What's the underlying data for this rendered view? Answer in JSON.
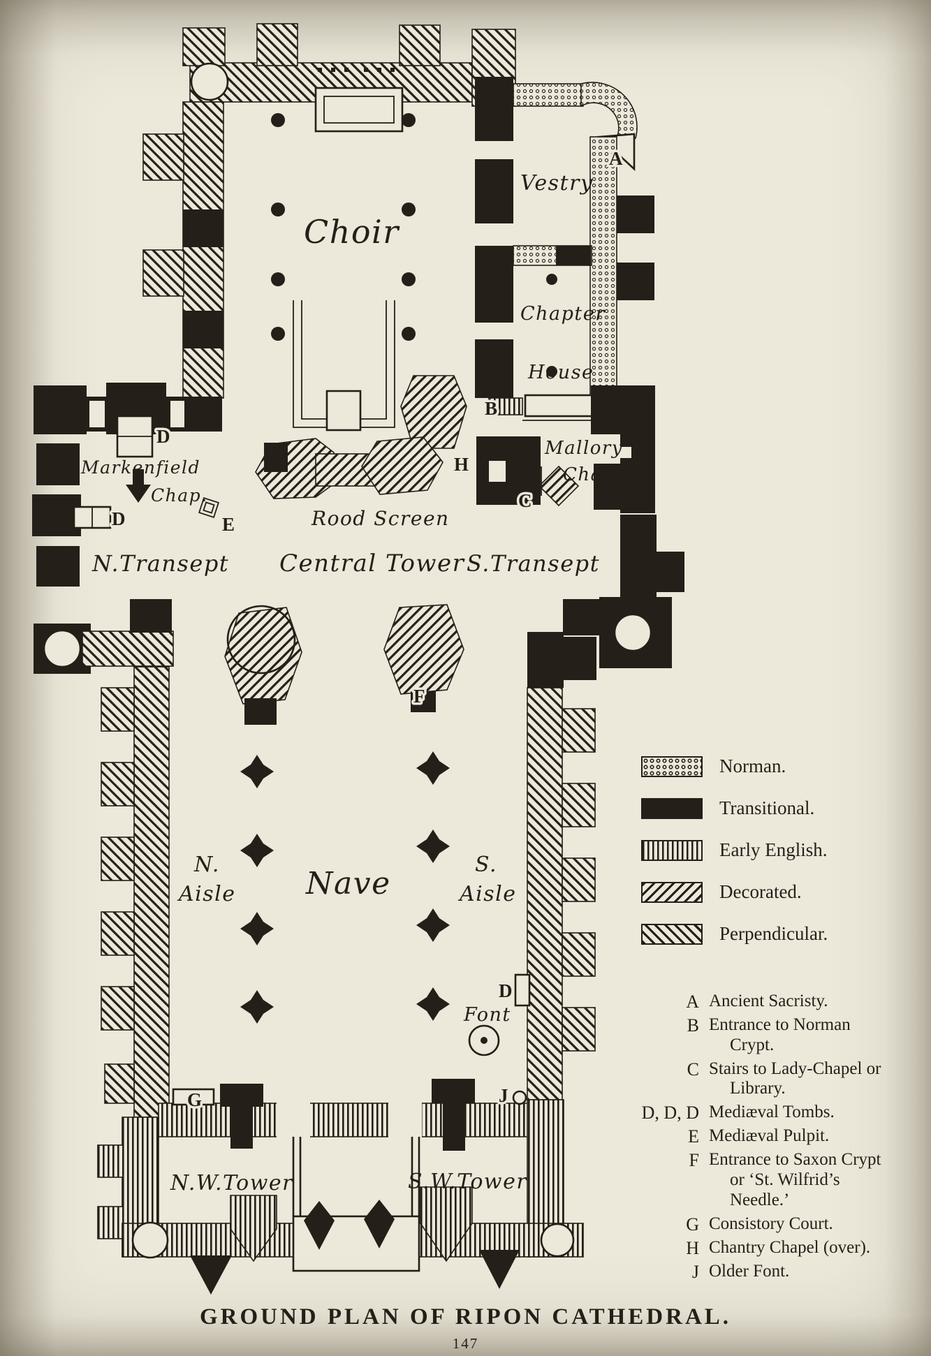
{
  "page": {
    "title": "GROUND PLAN OF RIPON CATHEDRAL.",
    "page_number": "147"
  },
  "plan": {
    "labels": {
      "choir": "Choir",
      "vestry": "Vestry",
      "chapter": "Chapter",
      "house": "House",
      "markenfield": "Markenfield",
      "markenfield_chap": "Chap.",
      "mallory": "Mallory",
      "mallory_chap": "Chap.",
      "rood_screen": "Rood Screen",
      "n_transept": "N.Transept",
      "central_tower": "Central Tower",
      "s_transept": "S.Transept",
      "n_aisle_line1": "N.",
      "n_aisle_line2": "Aisle",
      "nave": "Nave",
      "s_aisle_line1": "S.",
      "s_aisle_line2": "Aisle",
      "font": "Font",
      "nw_tower": "N.W.Tower",
      "sw_tower": "S.W.Tower"
    },
    "markers": {
      "a": "A",
      "b": "B",
      "c": "C",
      "d": "D",
      "e": "E",
      "f": "F",
      "g": "G",
      "h": "H",
      "j": "J"
    }
  },
  "legend": {
    "items": [
      {
        "pattern": "norman",
        "label": "Norman."
      },
      {
        "pattern": "transitional",
        "label": "Transitional."
      },
      {
        "pattern": "early-english",
        "label": "Early English."
      },
      {
        "pattern": "decorated",
        "label": "Decorated."
      },
      {
        "pattern": "perpendicular",
        "label": "Perpendicular."
      }
    ]
  },
  "key": {
    "items": [
      {
        "letter": "A",
        "text": "Ancient Sacristy."
      },
      {
        "letter": "B",
        "text": "Entrance to Norman Crypt."
      },
      {
        "letter": "C",
        "text": "Stairs to Lady-Chapel or Library."
      },
      {
        "letter": "D, D, D",
        "text": "Mediæval Tombs."
      },
      {
        "letter": "E",
        "text": "Mediæval Pulpit."
      },
      {
        "letter": "F",
        "text": "Entrance to Saxon Crypt or ‘St. Wilfrid’s Needle.’"
      },
      {
        "letter": "G",
        "text": "Consistory Court."
      },
      {
        "letter": "H",
        "text": "Chantry Chapel (over)."
      },
      {
        "letter": "J",
        "text": "Older Font."
      }
    ]
  }
}
